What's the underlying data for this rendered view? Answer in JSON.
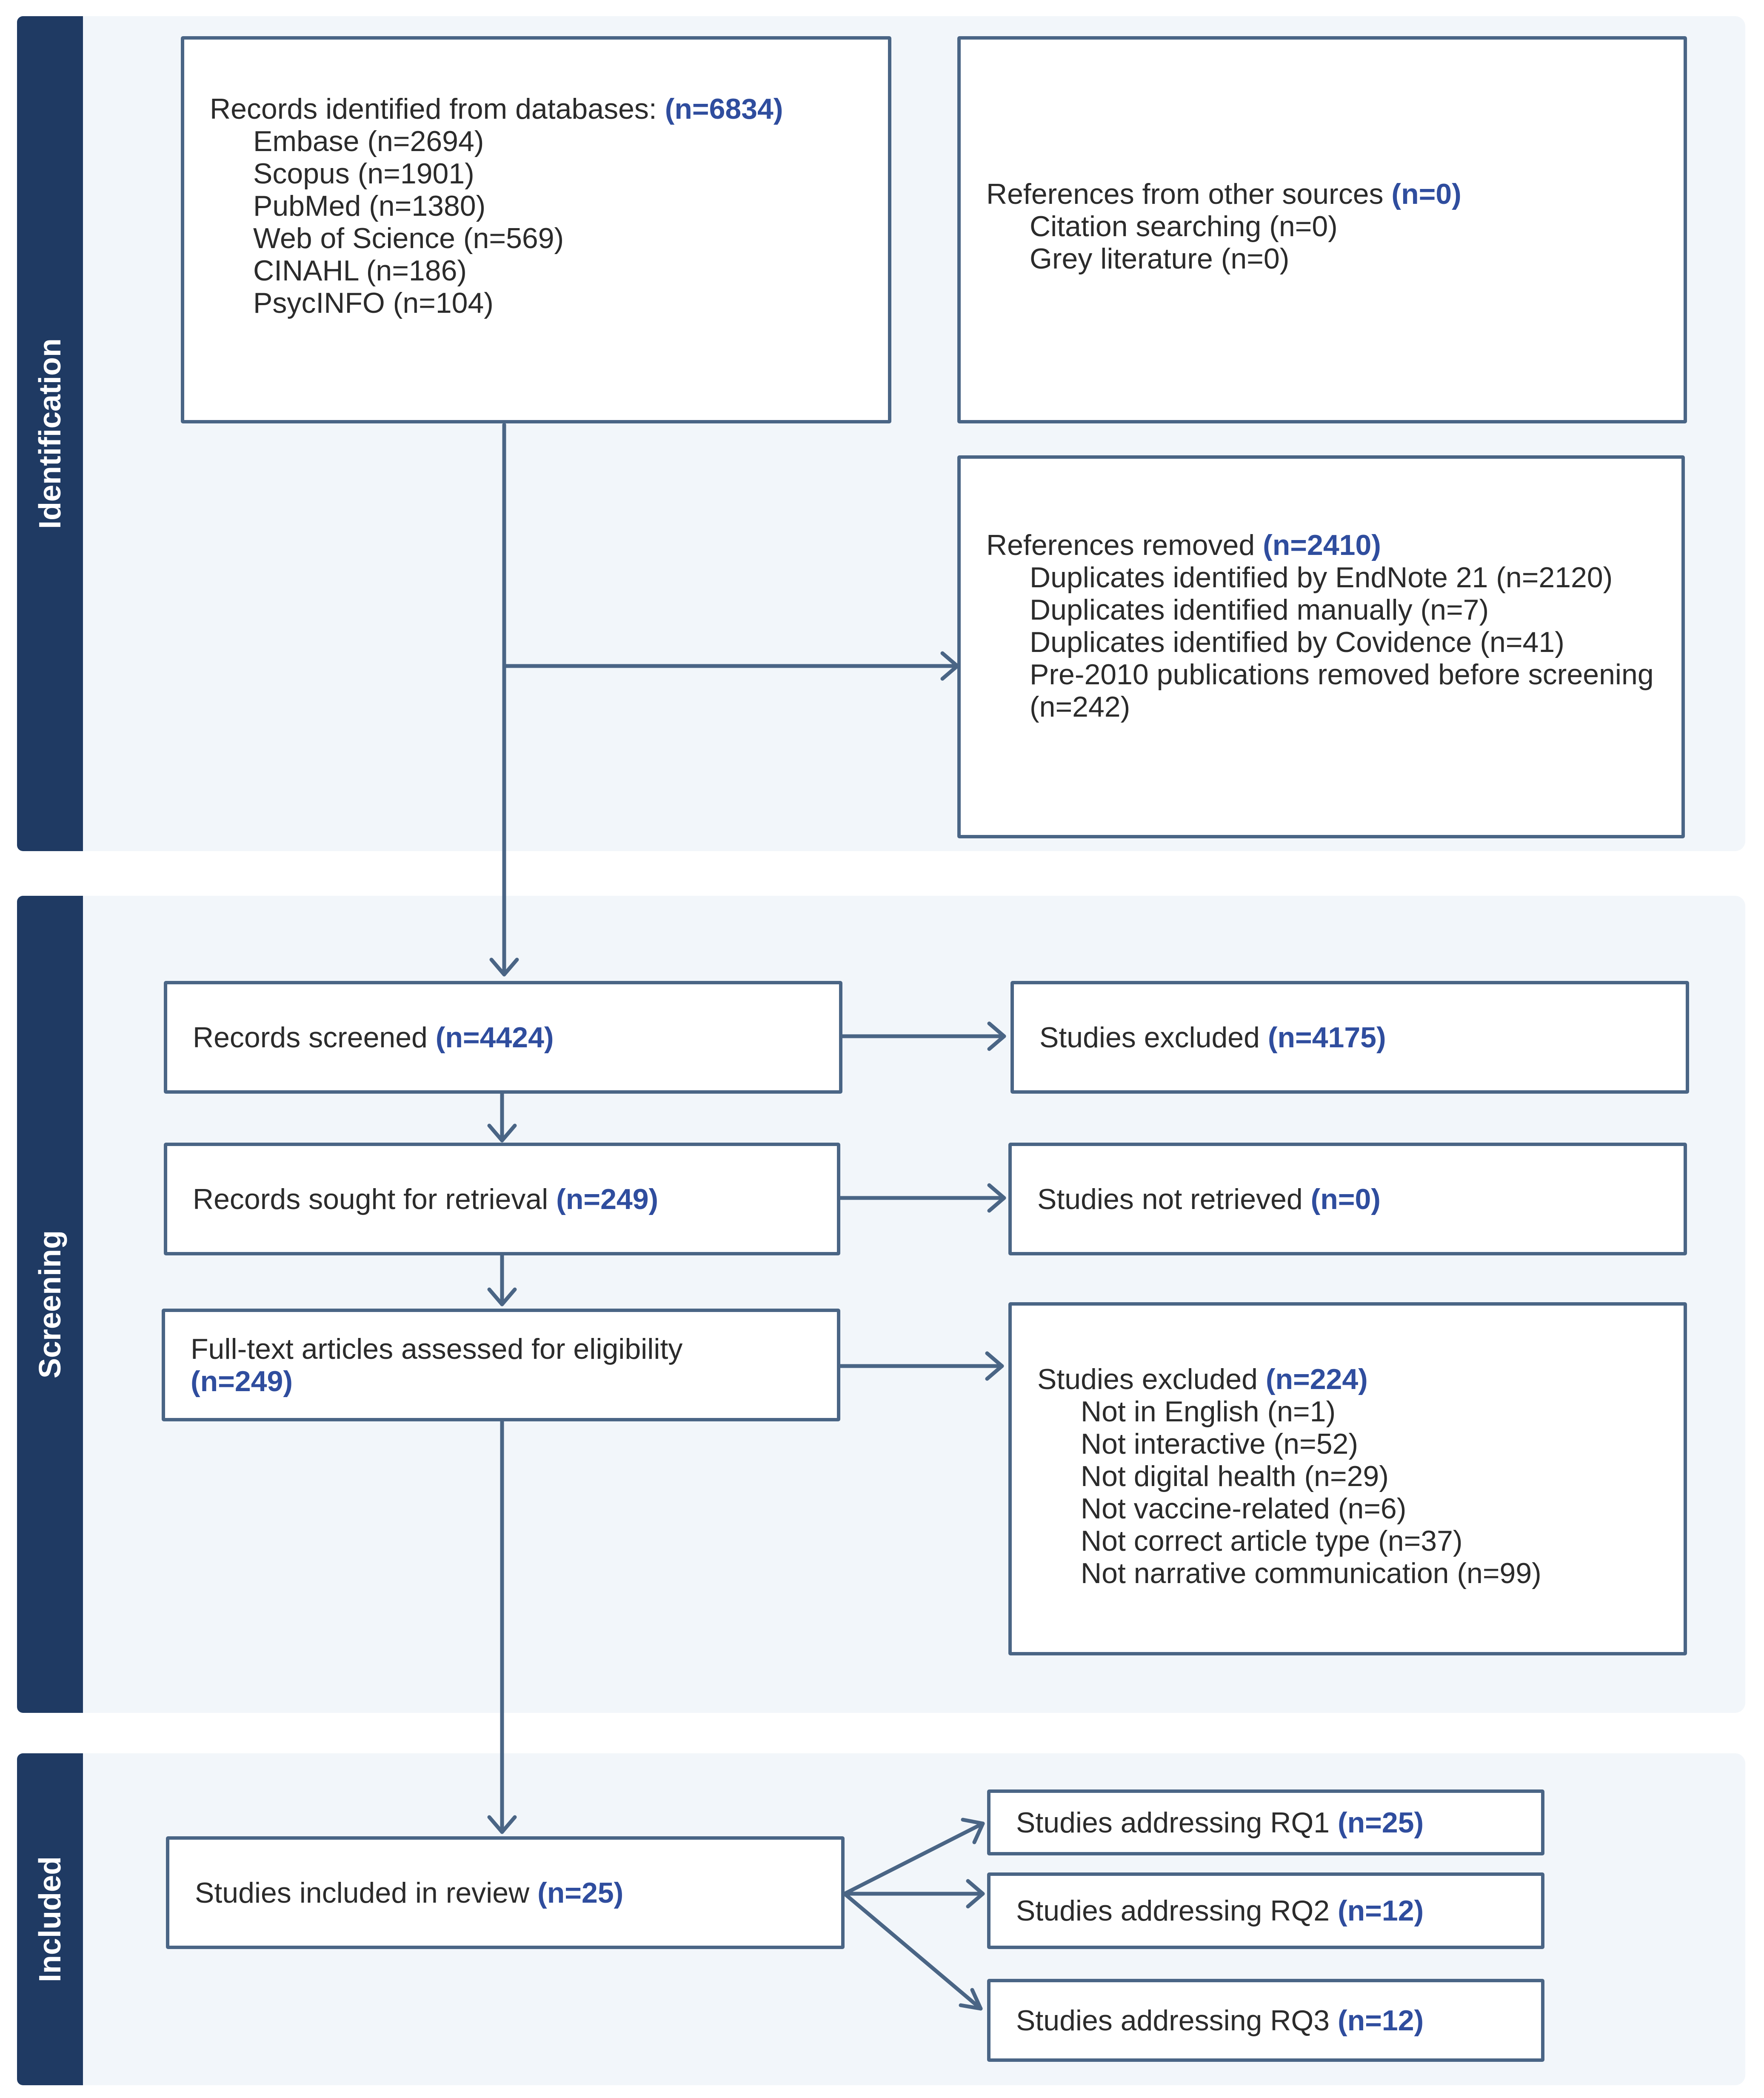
{
  "stages": {
    "identification": "Identification",
    "screening": "Screening",
    "included": "Included"
  },
  "boxes": {
    "databases": {
      "title": "Records identified from databases:",
      "n": "(n=6834)",
      "items": [
        "Embase (n=2694)",
        "Scopus (n=1901)",
        "PubMed (n=1380)",
        "Web of Science (n=569)",
        "CINAHL (n=186)",
        "PsycINFO (n=104)"
      ]
    },
    "other_sources": {
      "title": "References from other sources",
      "n": "(n=0)",
      "items": [
        "Citation searching (n=0)",
        "Grey literature (n=0)"
      ]
    },
    "removed": {
      "title": "References removed",
      "n": "(n=2410)",
      "items": [
        "Duplicates identified by EndNote 21 (n=2120)",
        "Duplicates identified manually (n=7)",
        "Duplicates identified by Covidence (n=41)",
        "Pre-2010 publications removed before screening (n=242)"
      ]
    },
    "screened": {
      "title": "Records screened",
      "n": "(n=4424)"
    },
    "excluded_screen": {
      "title": "Studies excluded",
      "n": "(n=4175)"
    },
    "sought": {
      "title": "Records sought for retrieval",
      "n": "(n=249)"
    },
    "not_retrieved": {
      "title": "Studies not retrieved",
      "n": "(n=0)"
    },
    "fulltext": {
      "title": "Full-text articles assessed for eligibility",
      "n": "(n=249)"
    },
    "excluded_full": {
      "title": "Studies excluded",
      "n": "(n=224)",
      "items": [
        "Not in English (n=1)",
        "Not interactive (n=52)",
        "Not digital health (n=29)",
        "Not vaccine-related (n=6)",
        "Not correct article type (n=37)",
        "Not narrative communication (n=99)"
      ]
    },
    "included": {
      "title": "Studies included in review",
      "n": "(n=25)"
    },
    "rq1": {
      "title": "Studies addressing RQ1",
      "n": "(n=25)"
    },
    "rq2": {
      "title": "Studies addressing RQ2",
      "n": "(n=12)"
    },
    "rq3": {
      "title": "Studies addressing RQ3",
      "n": "(n=12)"
    }
  },
  "colors": {
    "stage_bar": "#1f3a63",
    "panel_bg": "#f2f6fa",
    "box_border": "#4a6585",
    "count_text": "#2f4d9e",
    "arrow": "#4a6585"
  }
}
